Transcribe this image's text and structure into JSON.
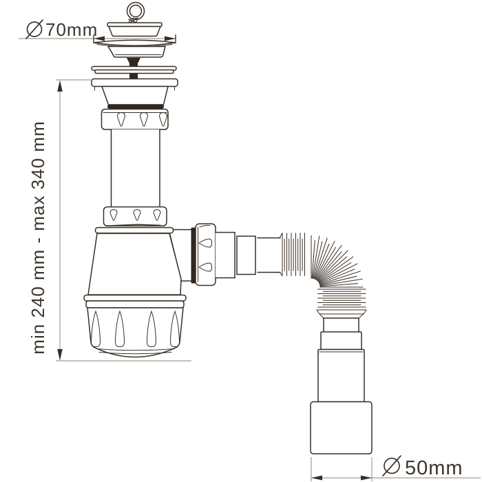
{
  "meta": {
    "background": "#ffffff",
    "line_color": "#372e26",
    "dim_line_color": "#a49c91",
    "text_color": "#3c352d"
  },
  "annotations": {
    "top_diameter": {
      "symbol": "⌀",
      "value": "70mm"
    },
    "height_range": {
      "value": "min 240 mm - max 340 mm"
    },
    "bottom_diameter": {
      "symbol": "⌀",
      "value": "50mm"
    }
  }
}
